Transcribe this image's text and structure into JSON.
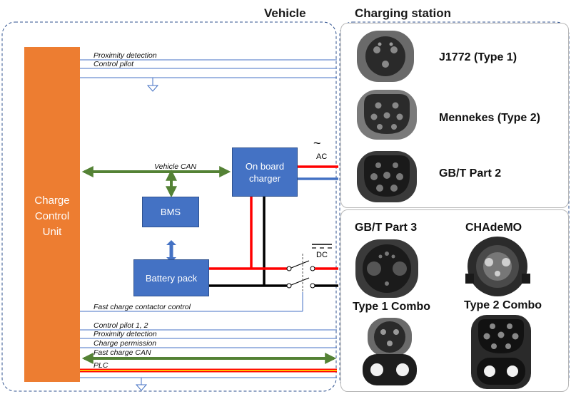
{
  "titles": {
    "vehicle": "Vehicle",
    "station": "Charging station"
  },
  "ccu": {
    "line1": "Charge",
    "line2": "Control",
    "line3": "Unit"
  },
  "blocks": {
    "obc_line1": "On board",
    "obc_line2": "charger",
    "bms": "BMS",
    "battery": "Battery pack"
  },
  "signals": {
    "proximity_top": "Proximity detection",
    "control_pilot_top": "Control pilot",
    "vehicle_can": "Vehicle CAN",
    "fast_contactor": "Fast charge contactor control",
    "control_pilot_12": "Control pilot 1, 2",
    "proximity_bottom": "Proximity detection",
    "charge_permission": "Charge permission",
    "fast_can": "Fast charge CAN",
    "plc": "PLC"
  },
  "power": {
    "ac_symbol": "~",
    "ac": "AC",
    "dc": "DC"
  },
  "connectors": {
    "j1772": "J1772 (Type 1)",
    "mennekes": "Mennekes (Type 2)",
    "gbt2": "GB/T Part 2",
    "gbt3": "GB/T Part 3",
    "chademo": "CHAdeMO",
    "combo1": "Type 1 Combo",
    "combo2": "Type 2 Combo"
  },
  "colors": {
    "ccu": "#ed7d31",
    "block": "#4472c4",
    "signal_line": "#4472c4",
    "can": "#548235",
    "power_pos": "#ff0000",
    "power_neg": "#000000",
    "ac_neutral": "#4472c4",
    "plc": "#ffc000"
  }
}
